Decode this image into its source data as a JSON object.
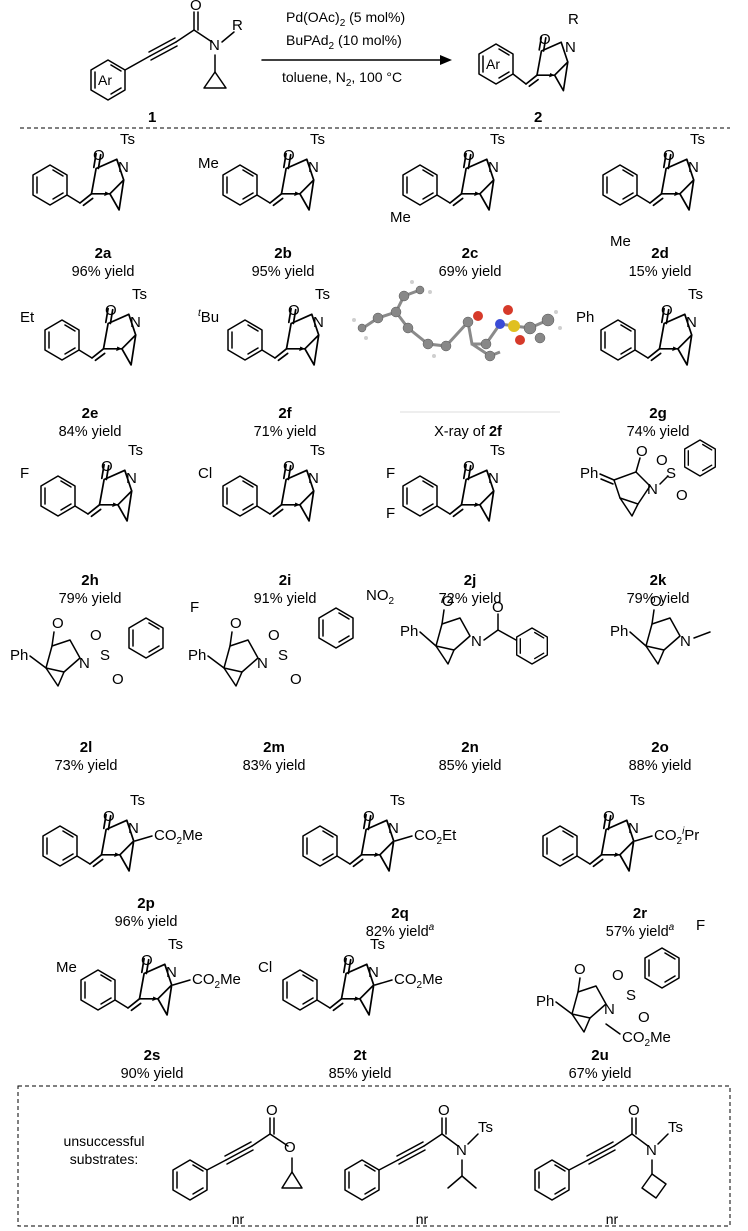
{
  "scheme": {
    "reaction": {
      "reactant_label": "1",
      "product_label": "2",
      "catalyst": "Pd(OAc)",
      "catalyst_sub": "2",
      "catalyst_loading": "(5 mol%)",
      "ligand": "BuPAd",
      "ligand_sub": "2",
      "ligand_loading": "(10 mol%)",
      "conditions_pre": "toluene, N",
      "conditions_sub": "2",
      "conditions_post": ", 100 °C",
      "ring_label": "Ar",
      "r_group": "R"
    },
    "products": [
      {
        "id": "2a",
        "yield": "96% yield"
      },
      {
        "id": "2b",
        "yield": "95% yield",
        "substituent": "Me"
      },
      {
        "id": "2c",
        "yield": "69% yield",
        "substituent": "Me"
      },
      {
        "id": "2d",
        "yield": "15% yield",
        "substituent": "Me"
      },
      {
        "id": "2e",
        "yield": "84% yield",
        "substituent": "Et"
      },
      {
        "id": "2f",
        "yield": "71% yield",
        "substituent_sup": "t",
        "substituent": "Bu"
      },
      {
        "id": "2g",
        "yield": "74% yield",
        "substituent": "Ph"
      },
      {
        "id": "2h",
        "yield": "79% yield",
        "substituent": "F"
      },
      {
        "id": "2i",
        "yield": "91% yield",
        "substituent": "Cl"
      },
      {
        "id": "2j",
        "yield": "72% yield",
        "substituent": "F",
        "substituent2": "F"
      },
      {
        "id": "2k",
        "yield": "79% yield",
        "substituent": "Ph"
      },
      {
        "id": "2l",
        "yield": "73% yield",
        "substituent": "Ph",
        "substituent2": "F"
      },
      {
        "id": "2m",
        "yield": "83% yield",
        "substituent": "Ph",
        "substituent2": "NO",
        "substituent2_sub": "2"
      },
      {
        "id": "2n",
        "yield": "85% yield",
        "substituent": "Ph"
      },
      {
        "id": "2o",
        "yield": "88% yield",
        "substituent": "Ph"
      },
      {
        "id": "2p",
        "yield": "96% yield",
        "ester": "CO",
        "ester_sub": "2",
        "ester_post": "Me"
      },
      {
        "id": "2q",
        "yield": "82% yield",
        "footnote": "a",
        "ester": "CO",
        "ester_sub": "2",
        "ester_post": "Et"
      },
      {
        "id": "2r",
        "yield": "57% yield",
        "footnote": "a",
        "ester": "CO",
        "ester_sub": "2",
        "ester_sup": "i",
        "ester_post": "Pr"
      },
      {
        "id": "2s",
        "yield": "90% yield",
        "substituent": "Me",
        "ester": "CO",
        "ester_sub": "2",
        "ester_post": "Me"
      },
      {
        "id": "2t",
        "yield": "85% yield",
        "substituent": "Cl",
        "ester": "CO",
        "ester_sub": "2",
        "ester_post": "Me"
      },
      {
        "id": "2u",
        "yield": "67% yield",
        "substituent": "Ph",
        "substituent2": "F",
        "ester": "CO",
        "ester_sub": "2",
        "ester_post": "Me"
      }
    ],
    "xray": {
      "caption_prefix": "X-ray of ",
      "caption_bold": "2f"
    },
    "atoms": {
      "ts": "Ts",
      "n": "N",
      "o": "O",
      "s": "S"
    },
    "unsuccessful": {
      "label_line1": "unsuccessful",
      "label_line2": "substrates:",
      "results": [
        "nr",
        "nr",
        "nr"
      ]
    }
  }
}
